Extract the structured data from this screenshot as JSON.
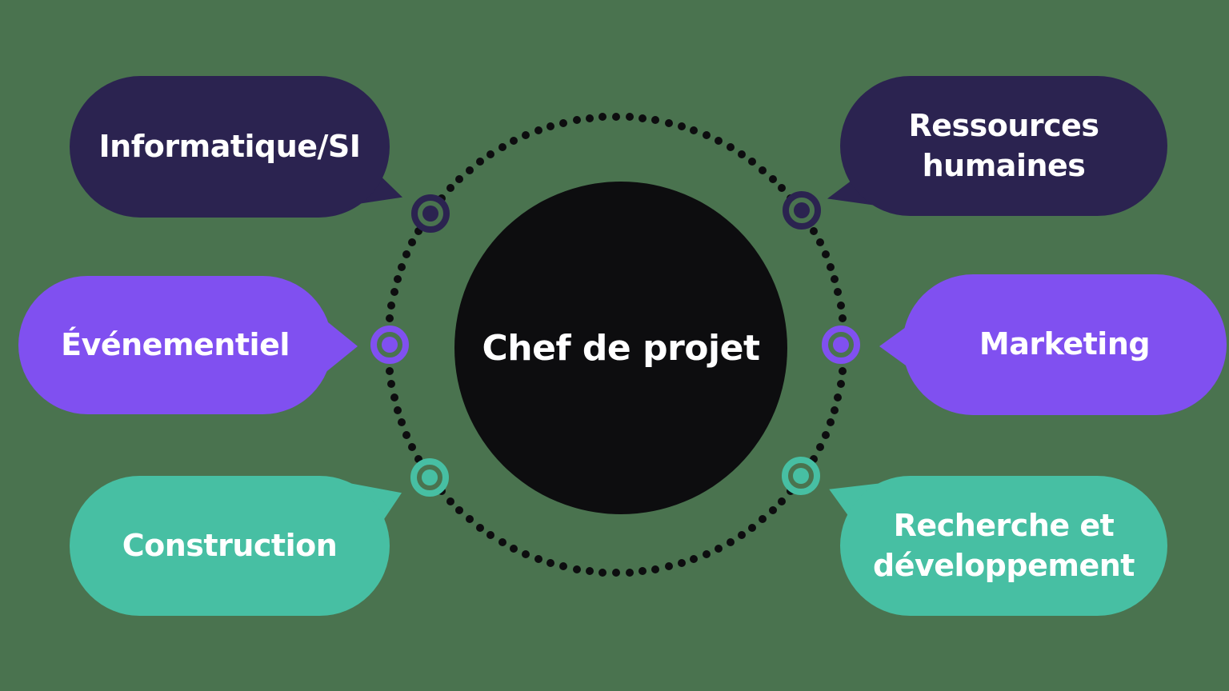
{
  "center": {
    "label": "Chef de projet"
  },
  "sectors": [
    {
      "label": "Informatique/SI",
      "color": "#2b2350",
      "position": "top-left"
    },
    {
      "label": "Événementiel",
      "color": "#8050f0",
      "position": "middle-left"
    },
    {
      "label": "Construction",
      "color": "#47bfa3",
      "position": "bottom-left"
    },
    {
      "label": "Ressources humaines",
      "color": "#2b2350",
      "position": "top-right"
    },
    {
      "label": "Marketing",
      "color": "#8050f0",
      "position": "middle-right"
    },
    {
      "label": "Recherche et développement",
      "color": "#47bfa3",
      "position": "bottom-right"
    }
  ],
  "colors": {
    "background": "#4a734f",
    "navy": "#2b2350",
    "purple": "#8050f0",
    "teal": "#47bfa3",
    "center_circle": "#0d0d0f",
    "dots": "#0d0d0f",
    "text": "#ffffff"
  }
}
